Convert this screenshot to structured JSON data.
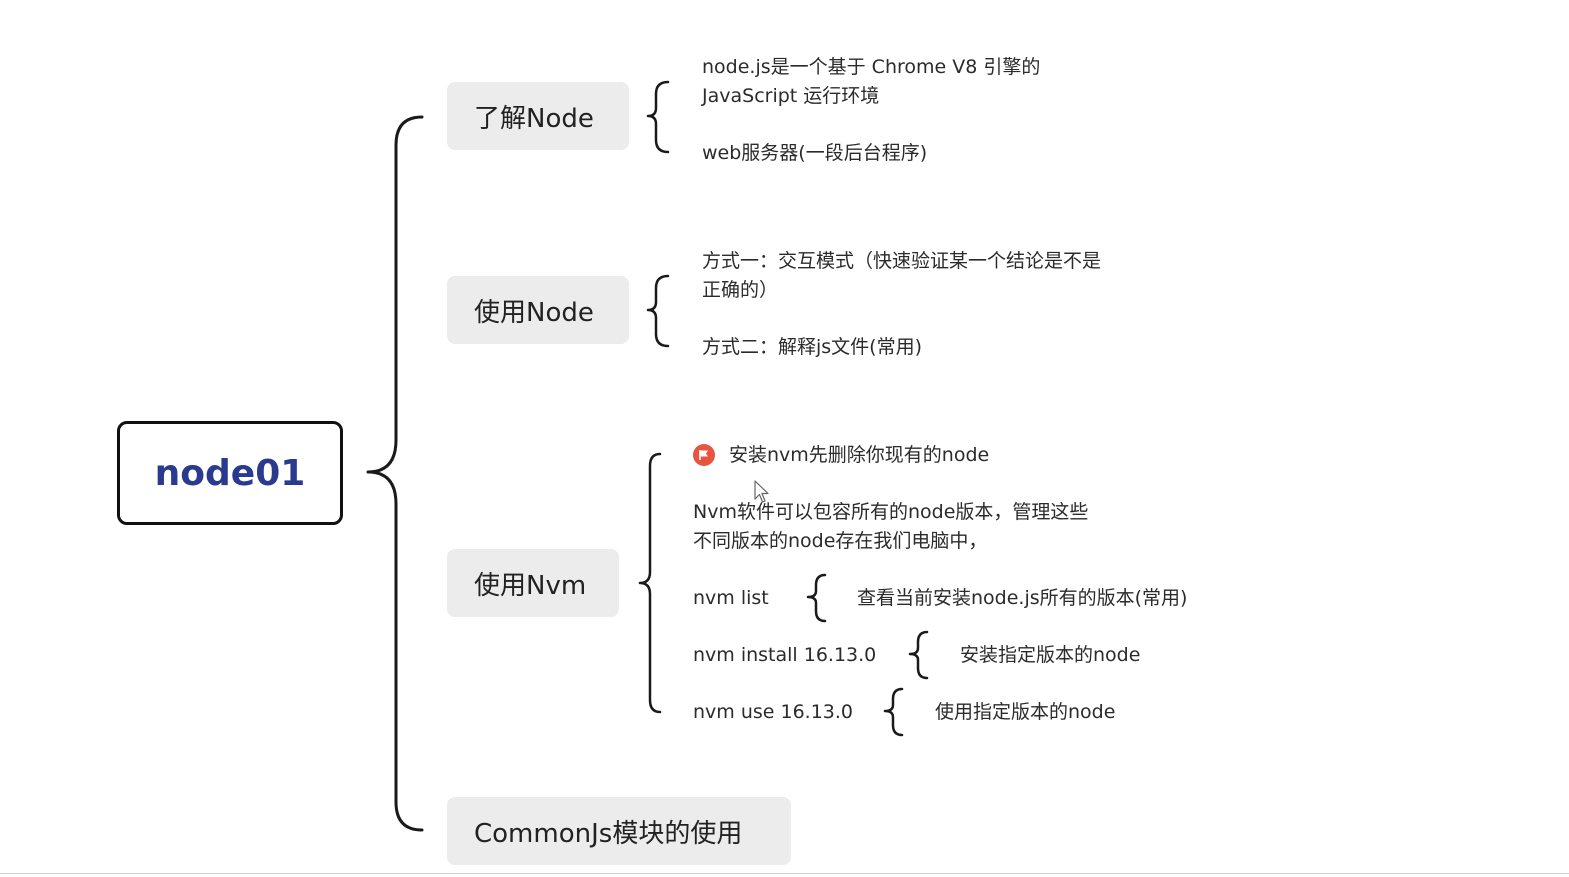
{
  "root": {
    "label": "node01"
  },
  "topics": [
    {
      "label": "了解Node",
      "leaves": [
        [
          "node.js是一个基于 Chrome V8 引擎的",
          "JavaScript 运行环境"
        ],
        [
          "web服务器(一段后台程序)"
        ]
      ]
    },
    {
      "label": "使用Node",
      "leaves": [
        [
          "方式一：交互模式（快速验证某一个结论是不是",
          "正确的）"
        ],
        [
          "方式二：解释js文件(常用)"
        ]
      ]
    },
    {
      "label": "使用Nvm",
      "leaves": [
        [
          "安装nvm先删除你现有的node"
        ],
        [
          "Nvm软件可以包容所有的node版本，管理这些",
          "不同版本的node存在我们电脑中，"
        ]
      ],
      "commands": [
        {
          "command": "nvm list",
          "description": "查看当前安装node.js所有的版本(常用)"
        },
        {
          "command": "nvm install 16.13.0",
          "description": "安装指定版本的node"
        },
        {
          "command": "nvm use 16.13.0",
          "description": "使用指定版本的node"
        }
      ]
    },
    {
      "label": "CommonJs模块的使用"
    }
  ],
  "colors": {
    "root_text": "#2a3b8f",
    "topic_bg": "#ececec",
    "flag": "#e8543f",
    "line": "#1a1a1a"
  },
  "icons": {
    "flag_marker": "flag-icon",
    "cursor": "mouse-cursor-icon"
  }
}
